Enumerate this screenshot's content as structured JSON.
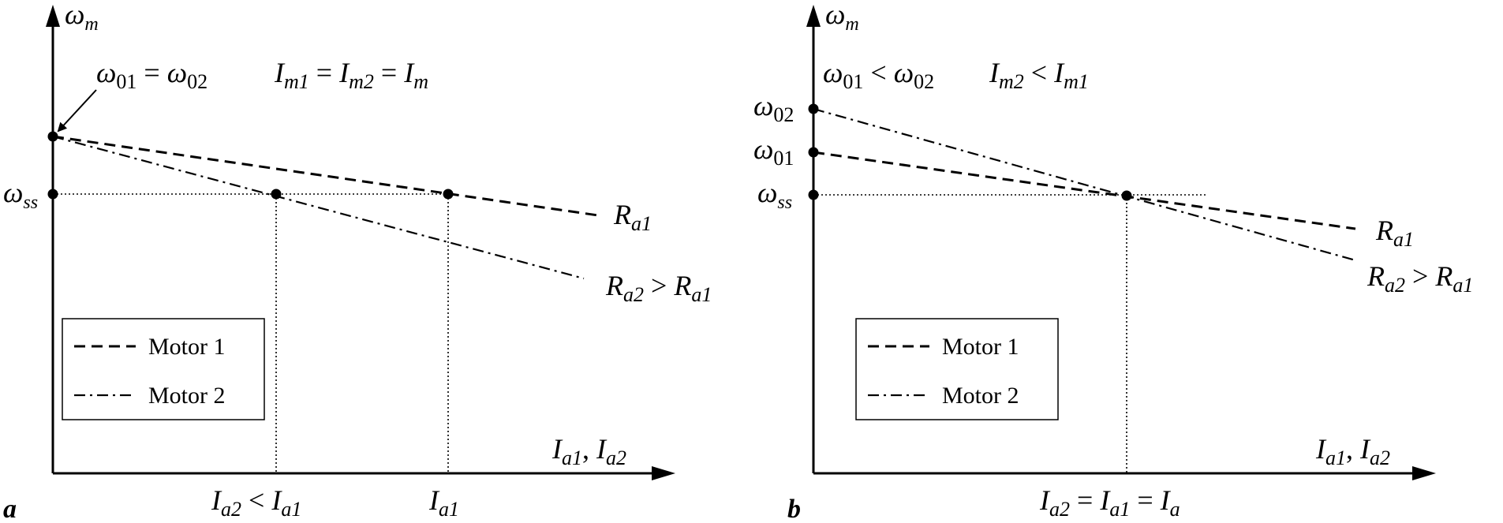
{
  "panel_a": {
    "tag": "a",
    "y_axis": {
      "sym": "ω",
      "sub": "m"
    },
    "x_axis": {
      "a": "I",
      "a_sub": "a1",
      "sep": ", ",
      "b": "I",
      "b_sub": "a2"
    },
    "y_tick": {
      "sym": "ω",
      "sub": "ss"
    },
    "condition_omega": {
      "l": "ω",
      "l_sub": "01",
      "op": " = ",
      "r": "ω",
      "r_sub": "02"
    },
    "condition_current": {
      "a": "I",
      "a_sub": "m1",
      "op1": " = ",
      "b": "I",
      "b_sub": "m2",
      "op2": " = ",
      "c": "I",
      "c_sub": "m"
    },
    "line1_label": {
      "sym": "R",
      "sub": "a1"
    },
    "line2_label": {
      "l": "R",
      "l_sub": "a2",
      "op": " > ",
      "r": "R",
      "r_sub": "a1"
    },
    "x_tick_left": {
      "l": "I",
      "l_sub": "a2",
      "op": " < ",
      "r": "I",
      "r_sub": "a1"
    },
    "x_tick_right": {
      "sym": "I",
      "sub": "a1"
    },
    "legend": {
      "motor1": "Motor 1",
      "motor2": "Motor 2"
    }
  },
  "panel_b": {
    "tag": "b",
    "y_axis": {
      "sym": "ω",
      "sub": "m"
    },
    "x_axis": {
      "a": "I",
      "a_sub": "a1",
      "sep": ", ",
      "b": "I",
      "b_sub": "a2"
    },
    "y_tick_02": {
      "sym": "ω",
      "sub": "02"
    },
    "y_tick_01": {
      "sym": "ω",
      "sub": "01"
    },
    "y_tick_ss": {
      "sym": "ω",
      "sub": "ss"
    },
    "condition_omega": {
      "l": "ω",
      "l_sub": "01",
      "op": " < ",
      "r": "ω",
      "r_sub": "02"
    },
    "condition_current": {
      "l": "I",
      "l_sub": "m2",
      "op": " < ",
      "r": "I",
      "r_sub": "m1"
    },
    "line1_label": {
      "sym": "R",
      "sub": "a1"
    },
    "line2_label": {
      "l": "R",
      "l_sub": "a2",
      "op": " > ",
      "r": "R",
      "r_sub": "a1"
    },
    "x_tick": {
      "a": "I",
      "a_sub": "a2",
      "op1": " = ",
      "b": "I",
      "b_sub": "a1",
      "op2": " = ",
      "c": "I",
      "c_sub": "a"
    },
    "legend": {
      "motor1": "Motor 1",
      "motor2": "Motor 2"
    }
  }
}
